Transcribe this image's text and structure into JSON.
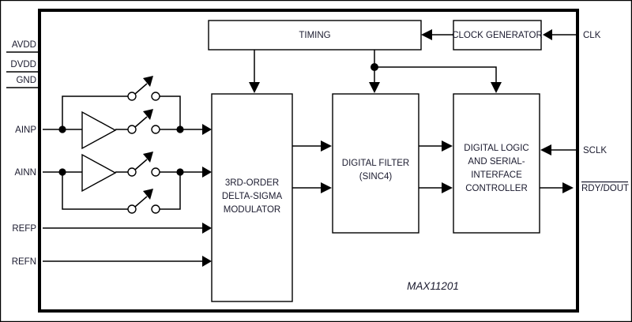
{
  "diagram": {
    "part_number": "MAX11201",
    "blocks": [
      {
        "id": "timing",
        "label": "TIMING"
      },
      {
        "id": "clockgen",
        "label": "CLOCK GENERATOR"
      },
      {
        "id": "modulator",
        "line1": "3RD-ORDER",
        "line2": "DELTA-SIGMA",
        "line3": "MODULATOR"
      },
      {
        "id": "filter",
        "line1": "DIGITAL FILTER",
        "line2": "(SINC4)"
      },
      {
        "id": "logic",
        "line1": "DIGITAL LOGIC",
        "line2": "AND SERIAL-",
        "line3": "INTERFACE",
        "line4": "CONTROLLER"
      }
    ],
    "pins_left": [
      {
        "id": "avdd",
        "label": "AVDD"
      },
      {
        "id": "dvdd",
        "label": "DVDD"
      },
      {
        "id": "gnd",
        "label": "GND"
      },
      {
        "id": "ainp",
        "label": "AINP"
      },
      {
        "id": "ainn",
        "label": "AINN"
      },
      {
        "id": "refp",
        "label": "REFP"
      },
      {
        "id": "refn",
        "label": "REFN"
      }
    ],
    "pins_right": [
      {
        "id": "clk",
        "label": "CLK",
        "overbar": false
      },
      {
        "id": "sclk",
        "label": "SCLK",
        "overbar": false
      },
      {
        "id": "rdydout",
        "label": "RDY/DOUT",
        "overbar": true
      }
    ],
    "colors": {
      "line": "#000000",
      "text": "#1a1a2e",
      "background": "#ffffff"
    }
  }
}
